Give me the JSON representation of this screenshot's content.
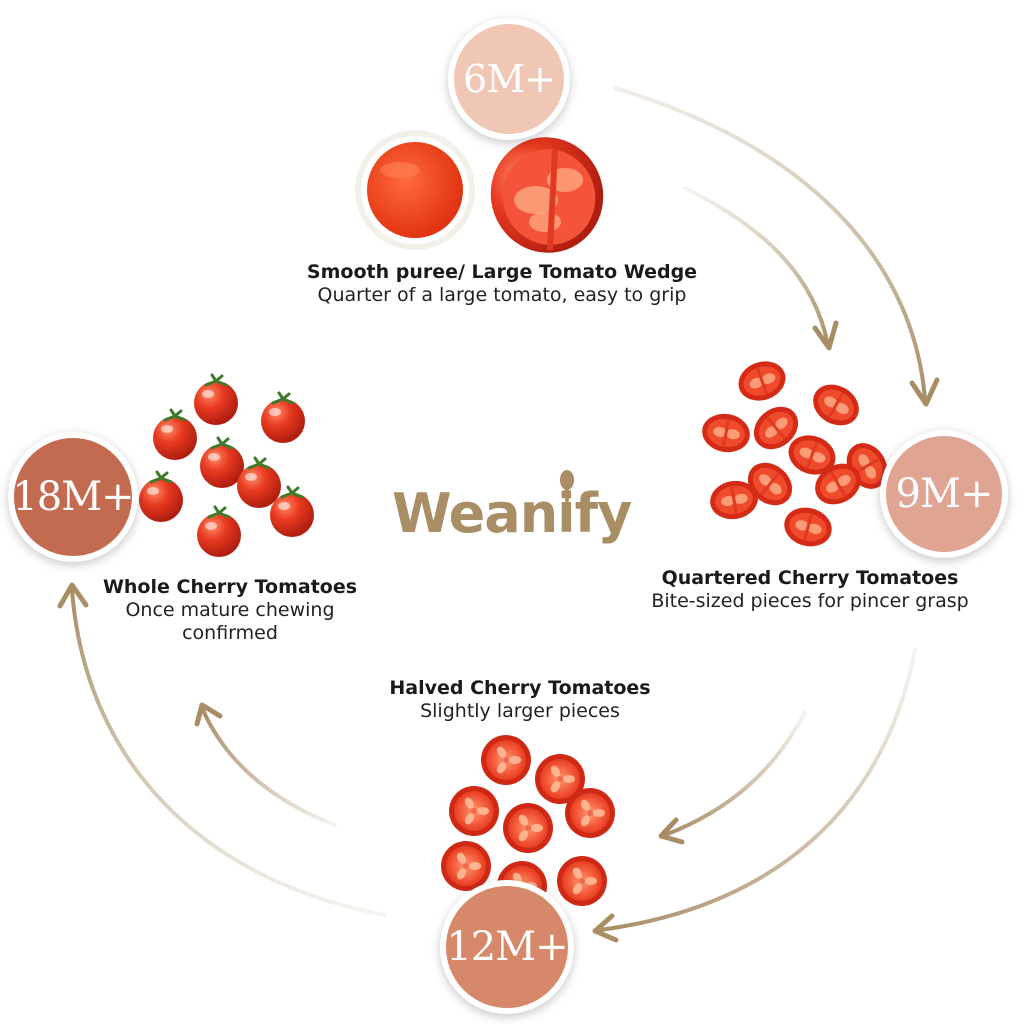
{
  "brand": {
    "name": "Weanify",
    "color": "#a88d65"
  },
  "stages": [
    {
      "age": "6M+",
      "title": "Smooth puree/ Large Tomato Wedge",
      "description": "Quarter of a large tomato, easy to grip",
      "badge_color": "#f0c7b4"
    },
    {
      "age": "9M+",
      "title": "Quartered Cherry Tomatoes",
      "description": "Bite-sized pieces for pincer grasp",
      "badge_color": "#dfa592"
    },
    {
      "age": "12M+",
      "title": "Halved Cherry Tomatoes",
      "description": "Slightly larger pieces",
      "badge_color": "#d7876a"
    },
    {
      "age": "18M+",
      "title": "Whole Cherry Tomatoes",
      "description": "Once mature chewing confirmed",
      "badge_color": "#c26b50"
    }
  ],
  "colors": {
    "arrow": "#a88d65",
    "tomato": "#e0341e",
    "tomato_flesh": "#f05a3c",
    "stem": "#3f7a2a",
    "puree": "#f0441e"
  }
}
